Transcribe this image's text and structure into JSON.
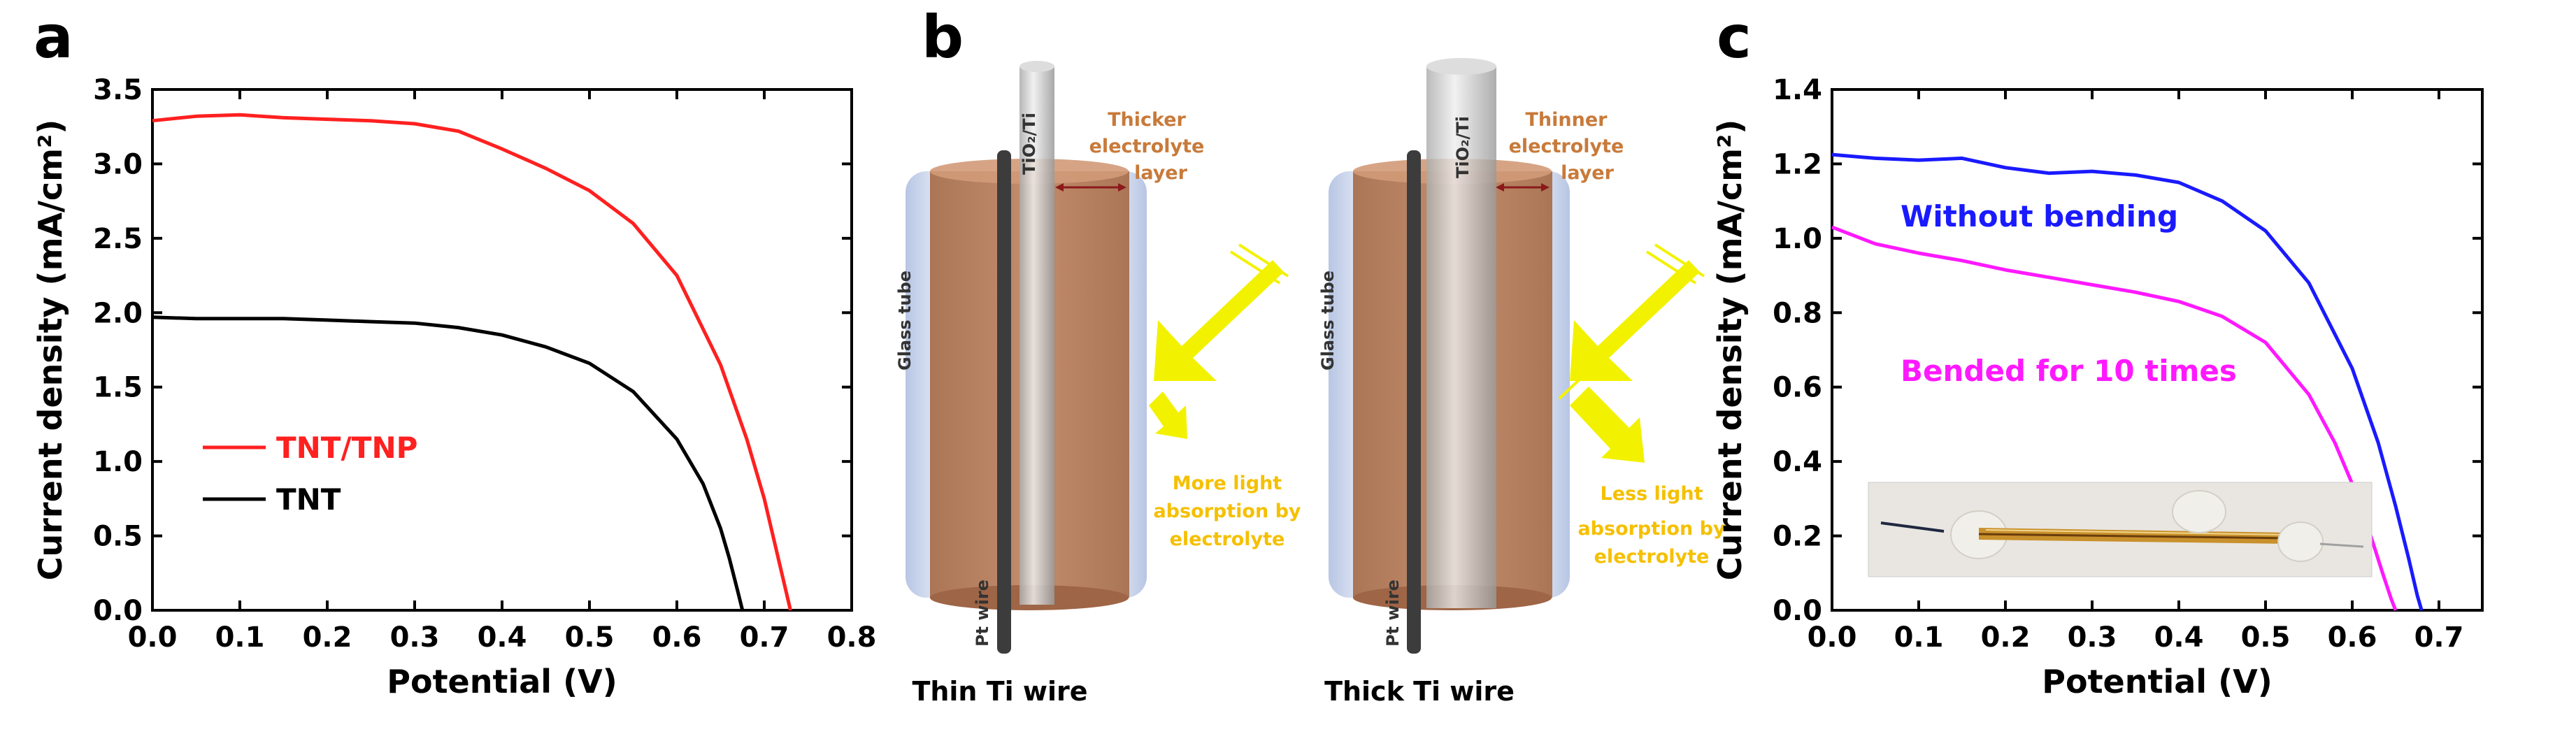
{
  "colors": {
    "tnt_tnp": "#ff2020",
    "tnt": "#000000",
    "without_bending": "#1a1aff",
    "bended": "#ff19ff",
    "annotation_yellow": "#f5c000",
    "annotation_orange": "#c87a3a"
  },
  "panels": {
    "a": {
      "label": "a"
    },
    "b": {
      "label": "b",
      "left": {
        "caption": "Thin Ti wire",
        "glass_label": "Glass tube",
        "pt_label": "Pt wire",
        "tio2_label": "TiO₂/Ti",
        "electrolyte_line1": "Thicker",
        "electrolyte_line2": "electrolyte",
        "electrolyte_line3": "layer",
        "absorb_line1": "More light",
        "absorb_line2": "absorption by",
        "absorb_line3": "electrolyte"
      },
      "right": {
        "caption": "Thick Ti wire",
        "glass_label": "Glass tube",
        "pt_label": "Pt wire",
        "tio2_label": "TiO₂/Ti",
        "electrolyte_line1": "Thinner",
        "electrolyte_line2": "electrolyte",
        "electrolyte_line3": "layer",
        "absorb_line1": "Less light",
        "absorb_line2": "absorption by",
        "absorb_line3": "electrolyte"
      }
    },
    "c": {
      "label": "c"
    }
  },
  "chart_data": [
    {
      "type": "line",
      "panel": "a",
      "xlabel": "Potential (V)",
      "ylabel": "Current density (mA/cm²)",
      "xlim": [
        0.0,
        0.8
      ],
      "ylim": [
        0.0,
        3.5
      ],
      "xticks": [
        "0.0",
        "0.1",
        "0.2",
        "0.3",
        "0.4",
        "0.5",
        "0.6",
        "0.7",
        "0.8"
      ],
      "yticks": [
        "0.0",
        "0.5",
        "1.0",
        "1.5",
        "2.0",
        "2.5",
        "3.0",
        "3.5"
      ],
      "legend_position": "middle-left",
      "series": [
        {
          "name": "TNT/TNP",
          "color": "#ff2020",
          "x": [
            0.0,
            0.05,
            0.1,
            0.15,
            0.2,
            0.25,
            0.3,
            0.35,
            0.4,
            0.45,
            0.5,
            0.55,
            0.6,
            0.65,
            0.68,
            0.7,
            0.72,
            0.73
          ],
          "y": [
            3.29,
            3.32,
            3.33,
            3.31,
            3.3,
            3.29,
            3.27,
            3.22,
            3.1,
            2.97,
            2.82,
            2.6,
            2.25,
            1.65,
            1.15,
            0.75,
            0.25,
            0.0
          ]
        },
        {
          "name": "TNT",
          "color": "#000000",
          "x": [
            0.0,
            0.05,
            0.1,
            0.15,
            0.2,
            0.25,
            0.3,
            0.35,
            0.4,
            0.45,
            0.5,
            0.55,
            0.6,
            0.63,
            0.65,
            0.66,
            0.67,
            0.675
          ],
          "y": [
            1.97,
            1.96,
            1.96,
            1.96,
            1.95,
            1.94,
            1.93,
            1.9,
            1.85,
            1.77,
            1.66,
            1.47,
            1.15,
            0.85,
            0.55,
            0.35,
            0.12,
            0.0
          ]
        }
      ]
    },
    {
      "type": "line",
      "panel": "c",
      "xlabel": "Potential (V)",
      "ylabel": "Current density (mA/cm²)",
      "xlim": [
        0.0,
        0.75
      ],
      "ylim": [
        0.0,
        1.4
      ],
      "xticks": [
        "0.0",
        "0.1",
        "0.2",
        "0.3",
        "0.4",
        "0.5",
        "0.6",
        "0.7"
      ],
      "yticks": [
        "0.0",
        "0.2",
        "0.4",
        "0.6",
        "0.8",
        "1.0",
        "1.2",
        "1.4"
      ],
      "legend_position": "inline labels",
      "series": [
        {
          "name": "Without bending",
          "color": "#1a1aff",
          "x": [
            0.0,
            0.05,
            0.1,
            0.15,
            0.2,
            0.25,
            0.3,
            0.35,
            0.4,
            0.45,
            0.5,
            0.55,
            0.6,
            0.63,
            0.65,
            0.665,
            0.675,
            0.68
          ],
          "y": [
            1.225,
            1.215,
            1.21,
            1.215,
            1.19,
            1.175,
            1.18,
            1.17,
            1.15,
            1.1,
            1.02,
            0.88,
            0.65,
            0.45,
            0.28,
            0.14,
            0.04,
            0.0
          ]
        },
        {
          "name": "Bended for 10 times",
          "color": "#ff19ff",
          "x": [
            0.0,
            0.05,
            0.1,
            0.15,
            0.2,
            0.25,
            0.3,
            0.35,
            0.4,
            0.45,
            0.5,
            0.55,
            0.58,
            0.6,
            0.62,
            0.635,
            0.645,
            0.65
          ],
          "y": [
            1.03,
            0.985,
            0.96,
            0.94,
            0.915,
            0.895,
            0.875,
            0.855,
            0.83,
            0.79,
            0.72,
            0.58,
            0.45,
            0.34,
            0.21,
            0.1,
            0.03,
            0.0
          ]
        }
      ]
    }
  ]
}
